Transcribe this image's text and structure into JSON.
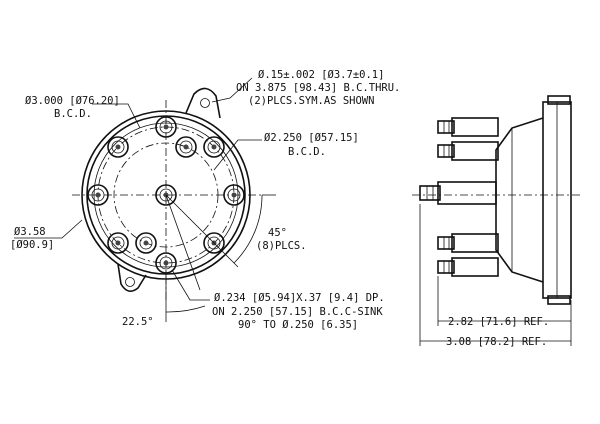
{
  "callouts": {
    "small_hole_line1": "Ø.15±.002 [Ø3.7±0.1]",
    "small_hole_line2": "ON 3.875 [98.43] B.C.THRU.",
    "small_hole_line3": "(2)PLCS.SYM.AS SHOWN",
    "bc_outer_line1": "Ø3.000 [Ø76.20]",
    "bc_outer_line2": "B.C.D.",
    "bc_inner_line1": "Ø2.250 [Ø57.15]",
    "bc_inner_line2": "B.C.D.",
    "diameter_line1": "Ø3.58",
    "diameter_line2": "[Ø90.9]",
    "angle_line1": "45°",
    "angle_line2": "(8)PLCS.",
    "holes_line1": "Ø.234 [Ø5.94]X.37 [9.4] DP.",
    "holes_line2": "ON 2.250 [57.15] B.C.C-SINK",
    "holes_line3": "90° TO Ø.250 [6.35]",
    "angle_small": "22.5°",
    "ref_length_1": "2.82 [71.6] REF.",
    "ref_length_2": "3.08 [78.2] REF."
  }
}
